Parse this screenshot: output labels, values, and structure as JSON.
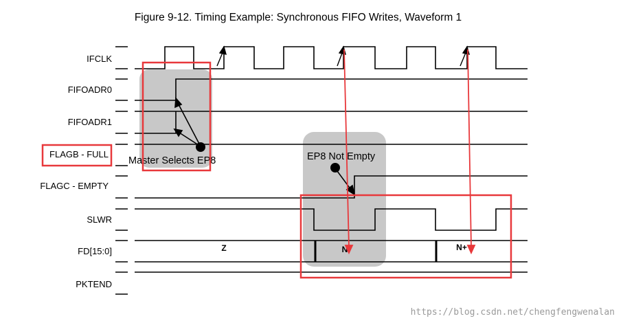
{
  "title": "Figure 9-12.  Timing Example: Synchronous FIFO Writes, Waveform 1",
  "signals": [
    "IFCLK",
    "FIFOADR0",
    "FIFOADR1",
    "FLAGB - FULL",
    "FLAGC - EMPTY",
    "SLWR",
    "FD[15:0]",
    "PKTEND"
  ],
  "annotations": {
    "master_selects": "Master Selects EP8",
    "ep8_not_empty": "EP8 Not Empty"
  },
  "bus_values": [
    "Z",
    "N",
    "N+"
  ],
  "watermark": "https://blog.csdn.net/chengfengwenalan",
  "colors": {
    "highlight_red": "#e8383b",
    "shade_gray": "#c8c8c8",
    "line": "#000000"
  }
}
